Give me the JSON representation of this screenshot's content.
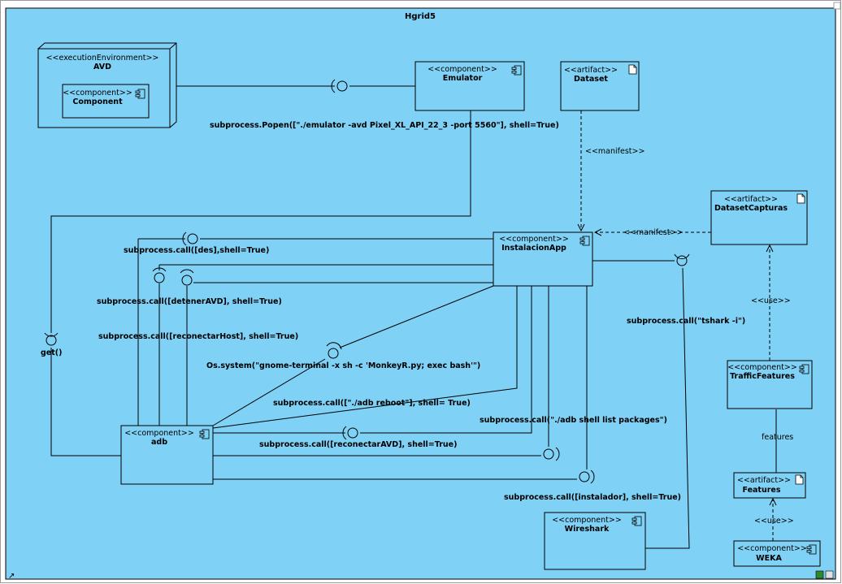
{
  "frame": {
    "title": "Hgrid5",
    "background": "#7fd1f5"
  },
  "nodes": {
    "avd": {
      "stereotype": "<<executionEnvironment>>",
      "name": "AVD"
    },
    "component": {
      "stereotype": "<<component>>",
      "name": "Component"
    },
    "emulator": {
      "stereotype": "<<component>>",
      "name": "Emulator"
    },
    "dataset": {
      "stereotype": "<<artifact>>",
      "name": "Dataset"
    },
    "datasetcapturas": {
      "stereotype": "<<artifact>>",
      "name": "DatasetCapturas"
    },
    "instalacionapp": {
      "stereotype": "<<component>>",
      "name": "InstalacionApp"
    },
    "trafficfeatures": {
      "stereotype": "<<component>>",
      "name": "TrafficFeatures"
    },
    "adb": {
      "stereotype": "<<component>>",
      "name": "adb"
    },
    "features": {
      "stereotype": "<<artifact>>",
      "name": "Features"
    },
    "wireshark": {
      "stereotype": "<<component>>",
      "name": "Wireshark"
    },
    "weka": {
      "stereotype": "<<component>>",
      "name": "WEKA"
    }
  },
  "labels": {
    "popen": "subprocess.Popen([\"./emulator -avd Pixel_XL_API_22_3 -port 5560\"], shell=True)",
    "manifest1": "<<manifest>>",
    "manifest2": "<<manifest>>",
    "call_des": "subprocess.call([des],shell=True)",
    "call_detener": "subprocess.call([detenerAVD], shell=True)",
    "call_reconectarhost": "subprocess.call([reconectarHost], shell=True)",
    "get": "get()",
    "os_system": "Os.system(\"gnome-terminal -x sh -c 'MonkeyR.py; exec bash'\")",
    "call_reboot": "subprocess.call([\"./adb reboot\"], shell= True)",
    "call_list": "subprocess.call(\"./adb shell list packages\")",
    "call_reconectaravd": "subprocess.call([reconectarAVD], shell=True)",
    "call_instalador": "subprocess.call([instalador], shell=True)",
    "call_tshark": "subprocess.call(\"tshark -i\")",
    "use1": "<<use>>",
    "use2": "<<use>>",
    "features_edge": "features"
  }
}
